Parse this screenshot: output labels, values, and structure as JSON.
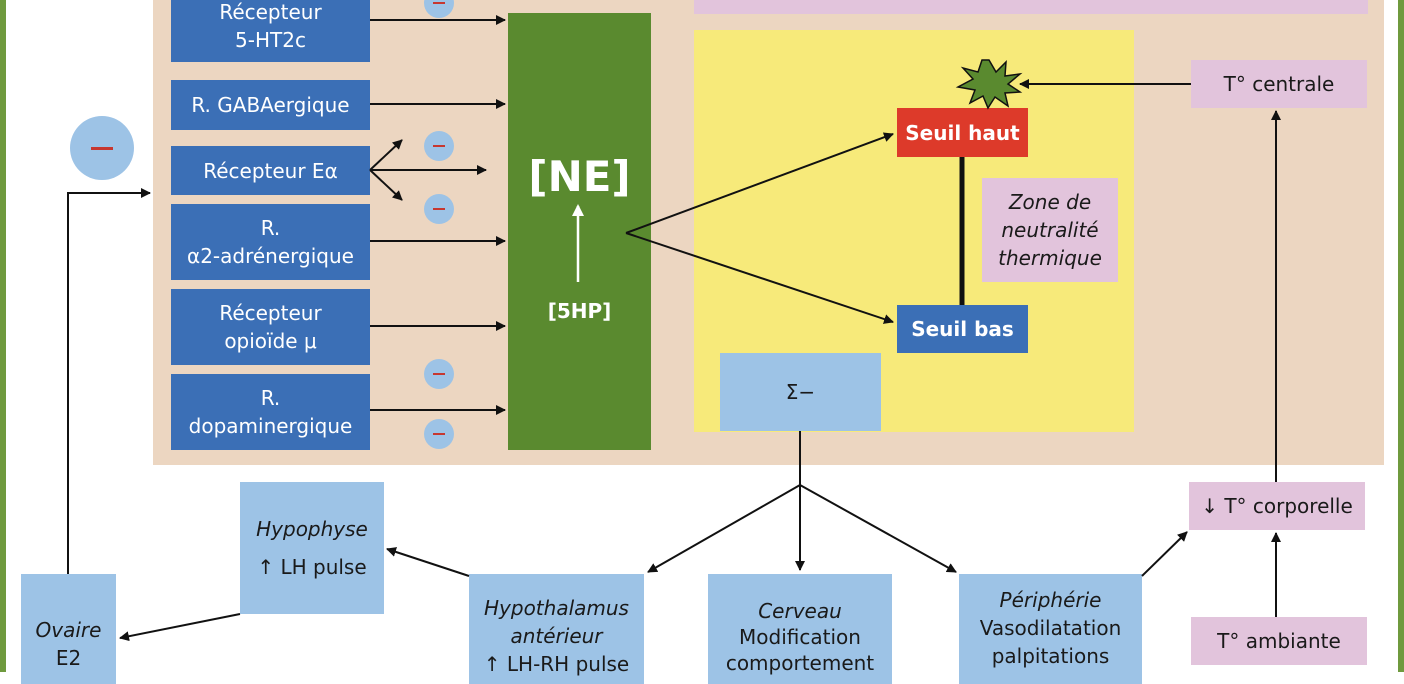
{
  "colors": {
    "background": "#ffffff",
    "frame": "#6f9a3e",
    "region": "#ecd6c1",
    "neutrality_zone": "#f7ea7a",
    "receptor_box": "#3b6fb6",
    "ne_box": "#5a8a2f",
    "seuil_haut": "#dd3a2a",
    "light_box": "#9dc3e6",
    "pink_box": "#e2c4dc",
    "minus_sign": "#c7372f",
    "arrow": "#111111"
  },
  "receptors": [
    {
      "line1": "Récepteur",
      "line2": "5-HT2c"
    },
    {
      "line1": "R. GABAergique",
      "line2": ""
    },
    {
      "line1": "Récepteur Eα",
      "line2": ""
    },
    {
      "line1": "R.",
      "line2": "α2-adrénergique"
    },
    {
      "line1": "Récepteur",
      "line2": "opioïde μ"
    },
    {
      "line1": "R.",
      "line2": "dopaminergique"
    }
  ],
  "ne_box": {
    "title": "[NE]",
    "sub": "[5HP]"
  },
  "seuil_haut": "Seuil haut",
  "seuil_bas": "Seuil bas",
  "zone": {
    "line1": "Zone de",
    "line2": "neutralité",
    "line3": "thermique"
  },
  "sigma": "Σ−",
  "t_centrale": "T° centrale",
  "t_corporelle": "↓ T° corporelle",
  "t_ambiante": "T° ambiante",
  "hypophyse": {
    "title": "Hypophyse",
    "text": "↑ LH pulse"
  },
  "hypothalamus": {
    "line1": "Hypothalamus",
    "line2": "antérieur",
    "line3": "↑ LH-RH pulse"
  },
  "cerveau": {
    "line1": "Cerveau",
    "line2": "Modification",
    "line3": "comportement"
  },
  "peripherie": {
    "line1": "Périphérie",
    "line2": "Vasodilatation",
    "line3": "palpitations"
  },
  "ovaire": {
    "line1": "Ovaire",
    "line2": "E2"
  }
}
